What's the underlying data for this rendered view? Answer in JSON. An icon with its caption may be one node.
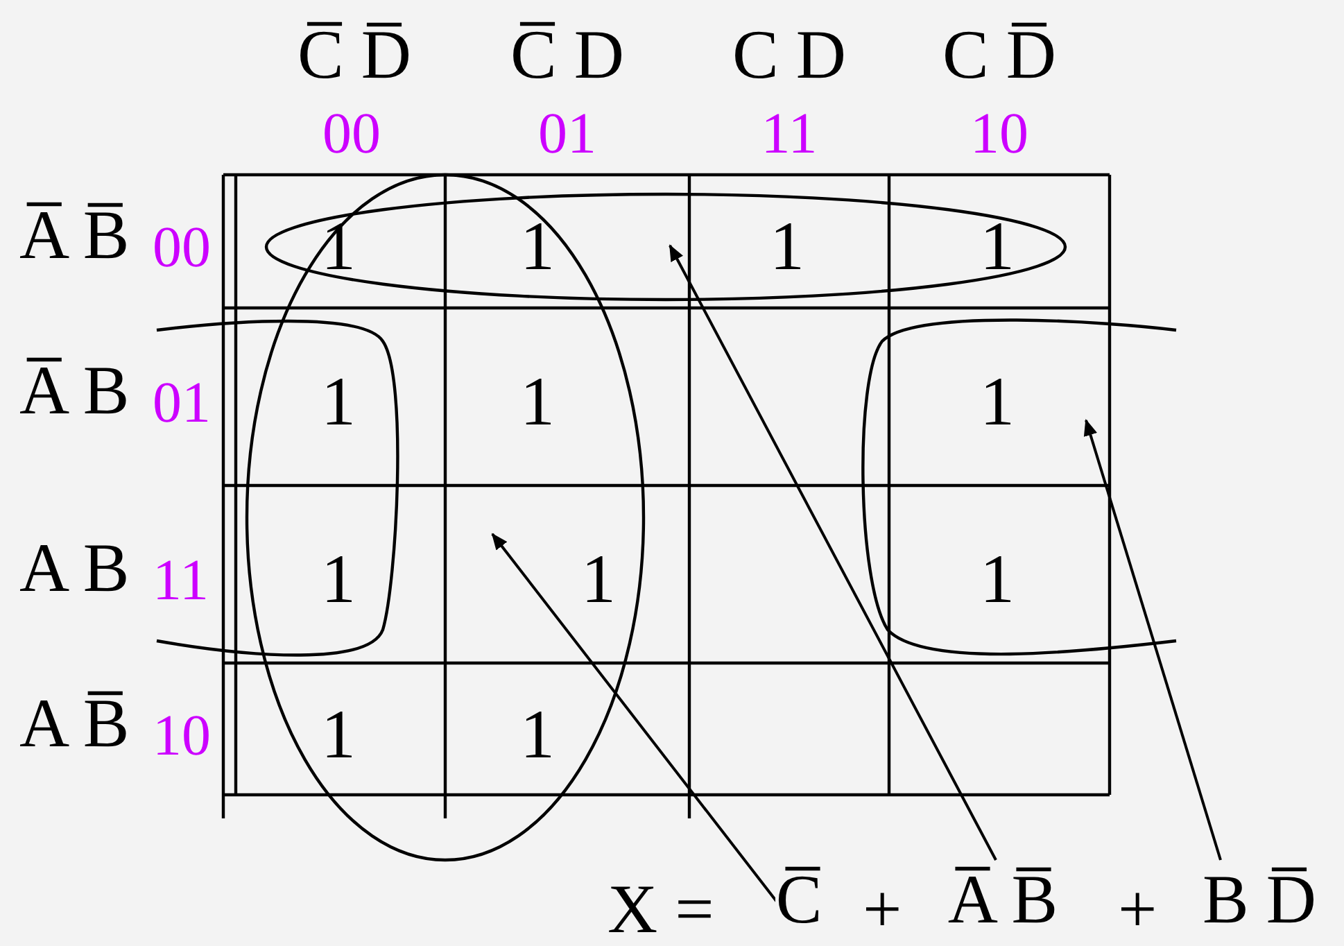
{
  "diagram": {
    "nodes": [
      {
        "text": [],
        "shape": "ellipse"
      },
      {
        "text": [],
        "shape": "ellipse"
      },
      {
        "text": [],
        "shape": "loop"
      },
      {
        "text": [],
        "shape": "loop"
      },
      {
        "text": [
          "C̅"
        ]
      },
      {
        "text": [
          "A̅ B̅"
        ]
      },
      {
        "text": [
          "B D̅"
        ]
      }
    ],
    "edges": [
      {
        "from": 4,
        "to": 1,
        "arrow": "to"
      },
      {
        "from": 5,
        "to": 0,
        "arrow": "to"
      },
      {
        "from": 6,
        "to": 3,
        "arrow": "to"
      }
    ],
    "labels": [
      "C̅ D̅",
      "C̅ D",
      "C D",
      "C D̅",
      "00",
      "01",
      "11",
      "10",
      "A̅ B̅",
      "00",
      "1",
      "1",
      "1",
      "1",
      "A̅ B",
      "01",
      "1",
      "1",
      "1",
      "A B",
      "11",
      "1",
      "1",
      "1",
      "A B̅",
      "10",
      "1",
      "1",
      "X =",
      "+",
      "+"
    ]
  }
}
